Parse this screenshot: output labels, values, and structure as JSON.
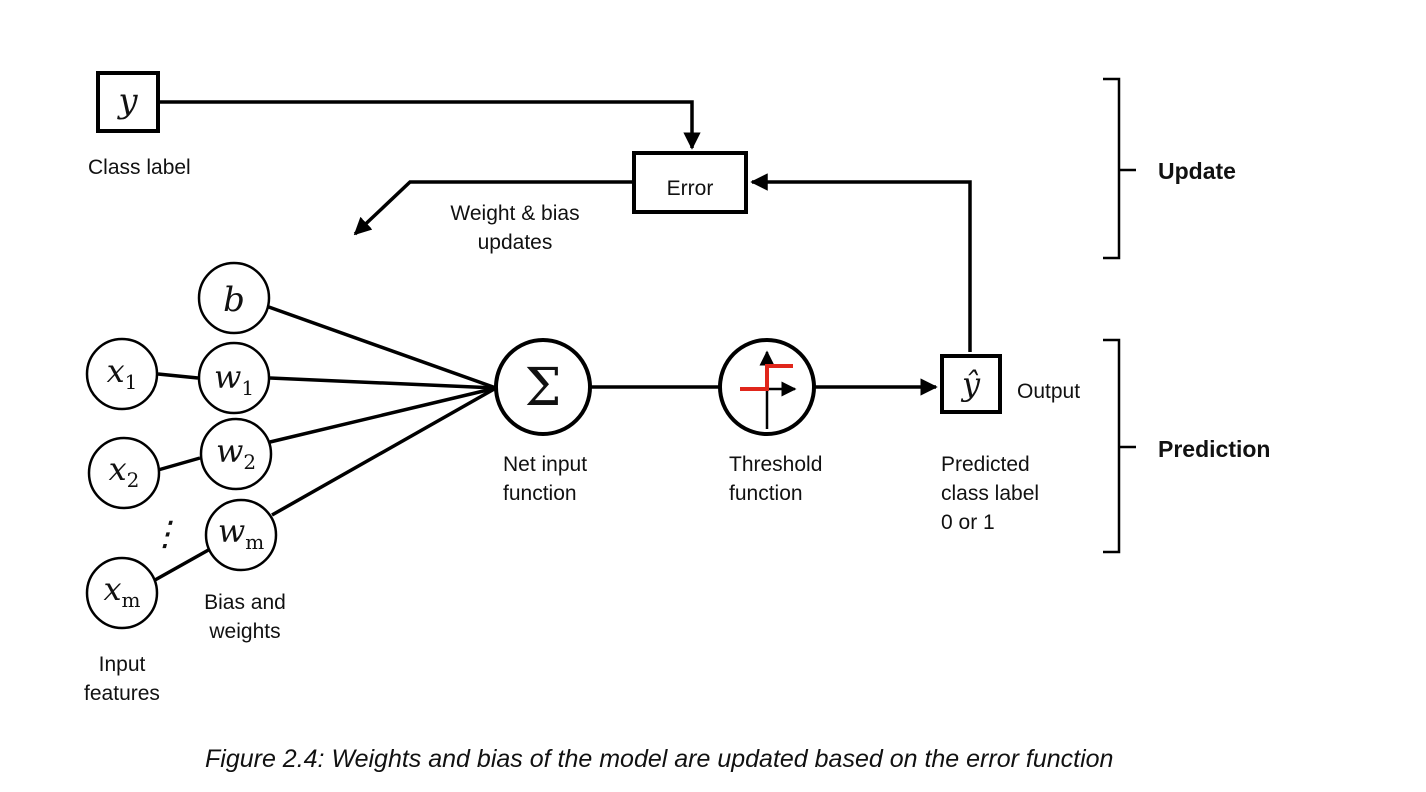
{
  "nodes": {
    "y_symbol": "y",
    "class_label": "Class label",
    "error_box": "Error",
    "weight_bias_updates_line1": "Weight & bias",
    "weight_bias_updates_line2": "updates",
    "bias_symbol": "b",
    "x1": {
      "base": "x",
      "sub": "1"
    },
    "x2": {
      "base": "x",
      "sub": "2"
    },
    "xm": {
      "base": "x",
      "sub": "m"
    },
    "w1": {
      "base": "w",
      "sub": "1"
    },
    "w2": {
      "base": "w",
      "sub": "2"
    },
    "wm": {
      "base": "w",
      "sub": "m"
    },
    "sigma_symbol": "Σ",
    "net_input_line1": "Net input",
    "net_input_line2": "function",
    "threshold_line1": "Threshold",
    "threshold_line2": "function",
    "yhat_symbol": "ŷ",
    "output_label": "Output",
    "predicted_line1": "Predicted",
    "predicted_line2": "class label",
    "predicted_line3": "0 or 1",
    "bias_weights_line1": "Bias and",
    "bias_weights_line2": "weights",
    "input_features_line1": "Input",
    "input_features_line2": "features",
    "ellipsis": "⋮"
  },
  "groups": {
    "update": "Update",
    "prediction": "Prediction"
  },
  "caption": "Figure 2.4: Weights and bias of the model are updated based on the error function",
  "colors": {
    "line": "#000000",
    "step_function": "#e0261b"
  }
}
